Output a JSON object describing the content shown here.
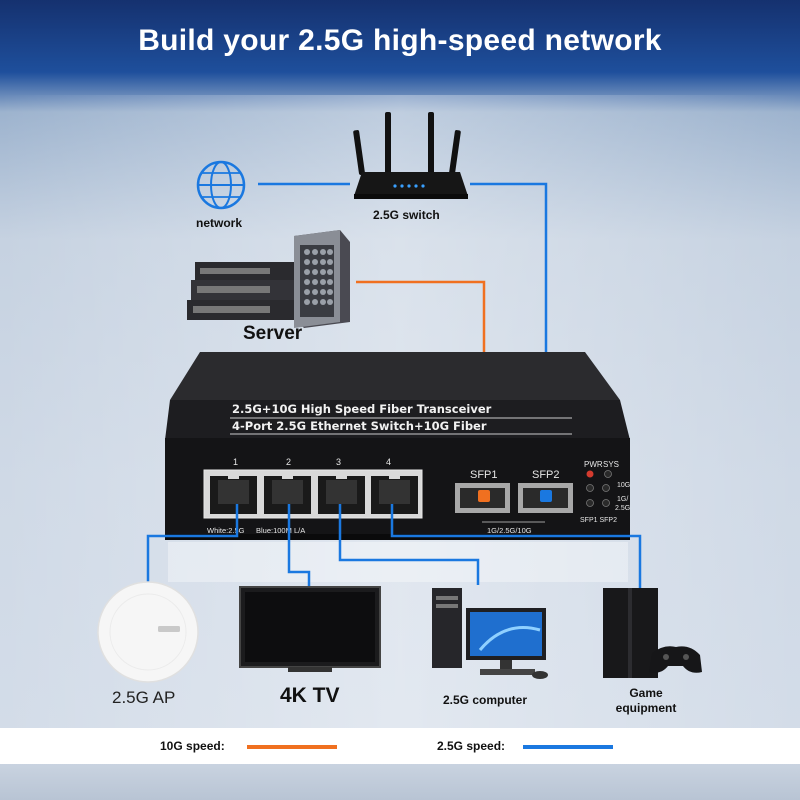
{
  "title": "Build your 2.5G high-speed network",
  "labels": {
    "network": "network",
    "switch": "2.5G switch",
    "server": "Server",
    "ap": "2.5G AP",
    "tv": "4K TV",
    "computer": "2.5G computer",
    "game": "Game equipment"
  },
  "device": {
    "line1": "2.5G+10G High Speed Fiber Transceiver",
    "line2": "4-Port 2.5G Ethernet Switch+10G Fiber",
    "ports": [
      "1",
      "2",
      "3",
      "4"
    ],
    "sfp1": "SFP1",
    "sfp2": "SFP2",
    "port_note_left": "White:2.5G",
    "port_note_right": "Blue:100M L/A",
    "sfp_note": "1G/2.5G/10G",
    "led_pwr": "PWR",
    "led_sys": "SYS",
    "led_10g": "10G",
    "led_1g": "1G/",
    "led_25g": "2.5G",
    "led_sfp": "SFP1 SFP2"
  },
  "legend": {
    "speed_10g": "10G speed:",
    "speed_25g": "2.5G speed:"
  },
  "colors": {
    "speed_10g": "#f07020",
    "speed_25g": "#1a78e0"
  }
}
